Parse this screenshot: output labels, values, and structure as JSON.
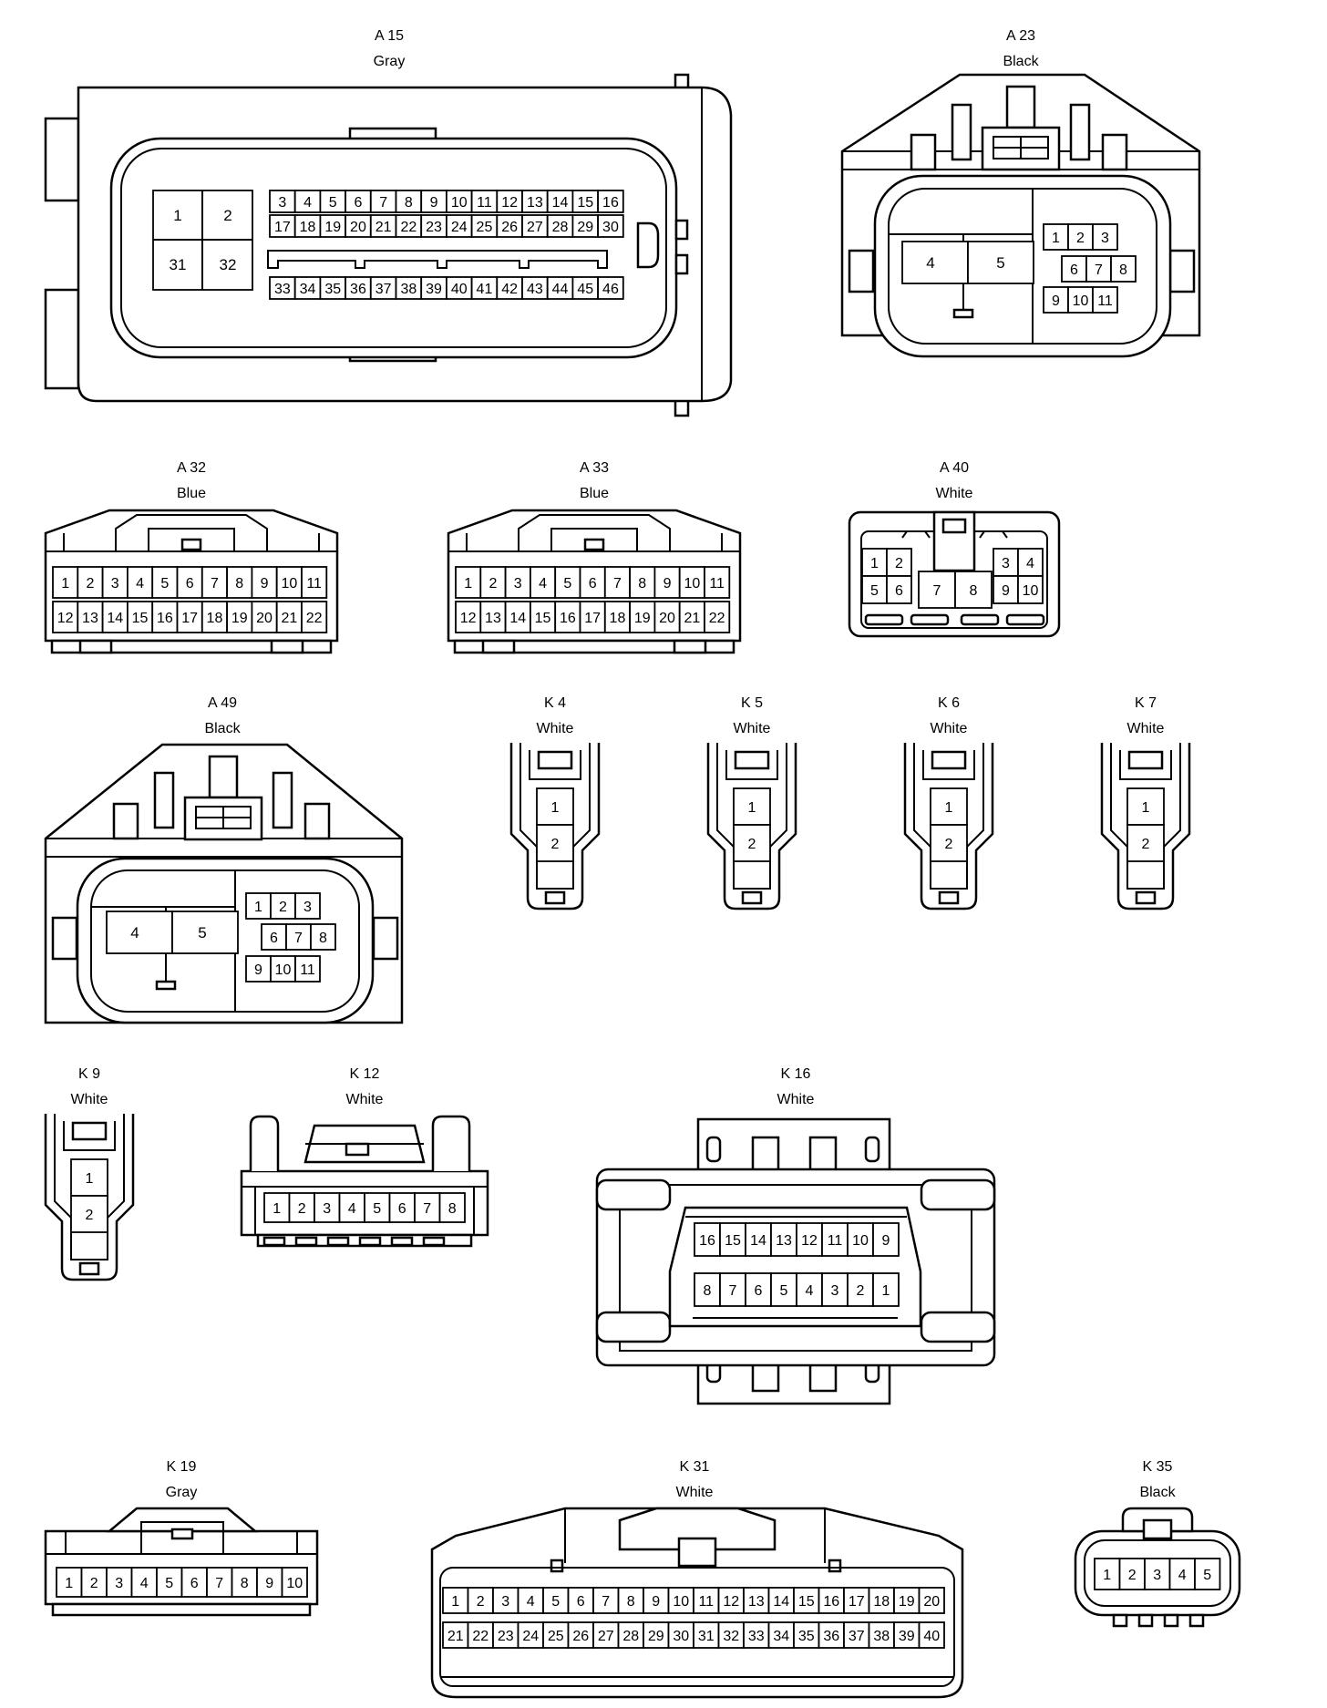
{
  "connectors": {
    "A15": {
      "id": "A 15",
      "color": "Gray",
      "pins_big": [
        "1",
        "2",
        "31",
        "32"
      ],
      "pins_top": [
        "3",
        "4",
        "5",
        "6",
        "7",
        "8",
        "9",
        "10",
        "11",
        "12",
        "13",
        "14",
        "15",
        "16"
      ],
      "pins_mid": [
        "17",
        "18",
        "19",
        "20",
        "21",
        "22",
        "23",
        "24",
        "25",
        "26",
        "27",
        "28",
        "29",
        "30"
      ],
      "pins_bot": [
        "33",
        "34",
        "35",
        "36",
        "37",
        "38",
        "39",
        "40",
        "41",
        "42",
        "43",
        "44",
        "45",
        "46"
      ]
    },
    "A23": {
      "id": "A 23",
      "color": "Black",
      "pins_big": [
        "4",
        "5"
      ],
      "pins_r1": [
        "1",
        "2",
        "3"
      ],
      "pins_r2": [
        "6",
        "7",
        "8"
      ],
      "pins_r3": [
        "9",
        "10",
        "11"
      ]
    },
    "A32": {
      "id": "A 32",
      "color": "Blue",
      "pins_top": [
        "1",
        "2",
        "3",
        "4",
        "5",
        "6",
        "7",
        "8",
        "9",
        "10",
        "11"
      ],
      "pins_bot": [
        "12",
        "13",
        "14",
        "15",
        "16",
        "17",
        "18",
        "19",
        "20",
        "21",
        "22"
      ]
    },
    "A33": {
      "id": "A 33",
      "color": "Blue",
      "pins_top": [
        "1",
        "2",
        "3",
        "4",
        "5",
        "6",
        "7",
        "8",
        "9",
        "10",
        "11"
      ],
      "pins_bot": [
        "12",
        "13",
        "14",
        "15",
        "16",
        "17",
        "18",
        "19",
        "20",
        "21",
        "22"
      ]
    },
    "A40": {
      "id": "A 40",
      "color": "White",
      "pins_left": [
        "1",
        "2",
        "5",
        "6"
      ],
      "pins_mid": [
        "7",
        "8"
      ],
      "pins_right": [
        "3",
        "4",
        "9",
        "10"
      ]
    },
    "A49": {
      "id": "A 49",
      "color": "Black",
      "pins_big": [
        "4",
        "5"
      ],
      "pins_r1": [
        "1",
        "2",
        "3"
      ],
      "pins_r2": [
        "6",
        "7",
        "8"
      ],
      "pins_r3": [
        "9",
        "10",
        "11"
      ]
    },
    "K4": {
      "id": "K 4",
      "color": "White",
      "pins": [
        "1",
        "2"
      ]
    },
    "K5": {
      "id": "K 5",
      "color": "White",
      "pins": [
        "1",
        "2"
      ]
    },
    "K6": {
      "id": "K 6",
      "color": "White",
      "pins": [
        "1",
        "2"
      ]
    },
    "K7": {
      "id": "K 7",
      "color": "White",
      "pins": [
        "1",
        "2"
      ]
    },
    "K9": {
      "id": "K 9",
      "color": "White",
      "pins": [
        "1",
        "2"
      ]
    },
    "K12": {
      "id": "K 12",
      "color": "White",
      "pins": [
        "1",
        "2",
        "3",
        "4",
        "5",
        "6",
        "7",
        "8"
      ]
    },
    "K16": {
      "id": "K 16",
      "color": "White",
      "pins_top": [
        "16",
        "15",
        "14",
        "13",
        "12",
        "11",
        "10",
        "9"
      ],
      "pins_bot": [
        "8",
        "7",
        "6",
        "5",
        "4",
        "3",
        "2",
        "1"
      ]
    },
    "K19": {
      "id": "K 19",
      "color": "Gray",
      "pins": [
        "1",
        "2",
        "3",
        "4",
        "5",
        "6",
        "7",
        "8",
        "9",
        "10"
      ]
    },
    "K31": {
      "id": "K 31",
      "color": "White",
      "pins_top": [
        "1",
        "2",
        "3",
        "4",
        "5",
        "6",
        "7",
        "8",
        "9",
        "10",
        "11",
        "12",
        "13",
        "14",
        "15",
        "16",
        "17",
        "18",
        "19",
        "20"
      ],
      "pins_bot": [
        "21",
        "22",
        "23",
        "24",
        "25",
        "26",
        "27",
        "28",
        "29",
        "30",
        "31",
        "32",
        "33",
        "34",
        "35",
        "36",
        "37",
        "38",
        "39",
        "40"
      ]
    },
    "K35": {
      "id": "K 35",
      "color": "Black",
      "pins": [
        "1",
        "2",
        "3",
        "4",
        "5"
      ]
    }
  }
}
